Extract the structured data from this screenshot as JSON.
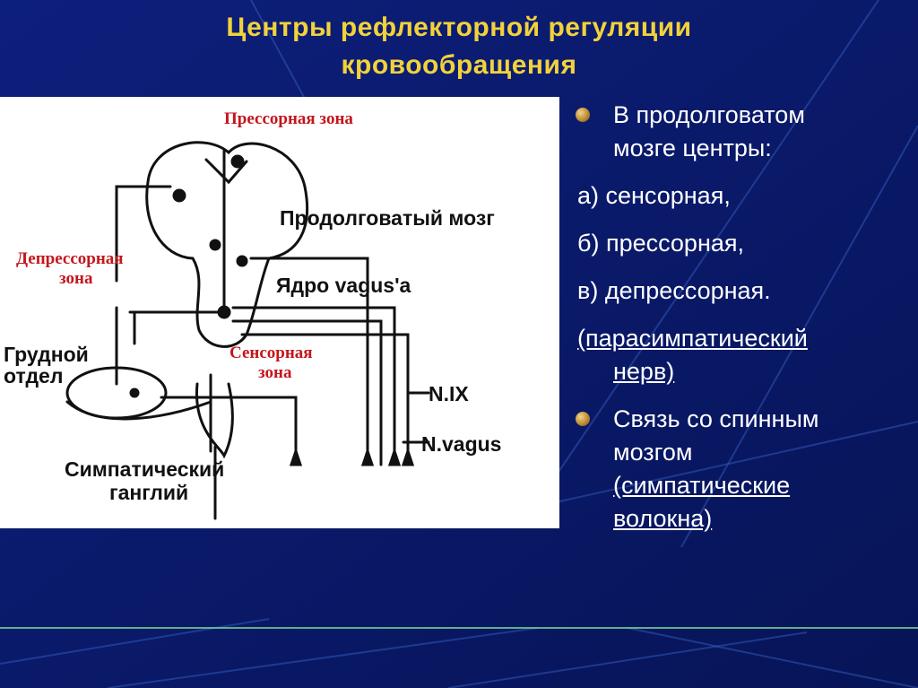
{
  "slide": {
    "title_line1": "Центры рефлекторной регуляции",
    "title_line2": "кровообращения"
  },
  "diagram": {
    "labels": {
      "pressor_zone": "Прессорная зона",
      "medulla": "Продолговатый мозг",
      "depressor_zone_line1": "Депрессорная",
      "depressor_zone_line2": "зона",
      "vagus_nucleus": "Ядро vagus'a",
      "sensory_zone_line1": "Сенсорная",
      "sensory_zone_line2": "зона",
      "thoracic_line1": "Грудной",
      "thoracic_line2": "отдел",
      "n_ix": "N.IX",
      "n_vagus": "N.vagus",
      "ganglion_line1": "Симпатический",
      "ganglion_line2": "ганглий"
    }
  },
  "text": {
    "bullet1_line1": "В продолговатом",
    "bullet1_line2": "мозге центры:",
    "item_a": "а) сенсорная,",
    "item_b": "б) прессорная,",
    "item_c": "в) депрессорная.",
    "paren_line1": "(парасимпатический",
    "paren_line2": "нерв)",
    "bullet2_line1": "Связь со спинным",
    "bullet2_line2": "мозгом",
    "bullet2_line3": "(симпатические",
    "bullet2_line4": "волокна)"
  },
  "colors": {
    "background": "#0a1a6e",
    "title": "#f2d23a",
    "diagram_red_labels": "#c4161c",
    "bullet": "#c9a040"
  }
}
